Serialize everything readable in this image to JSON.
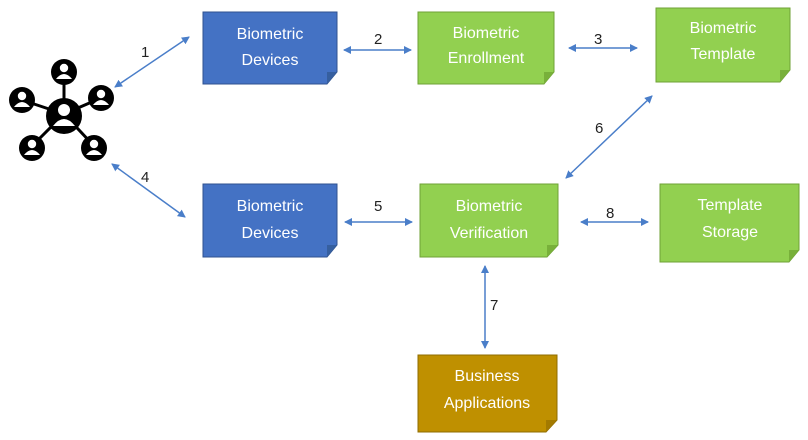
{
  "colors": {
    "device_blue": "#4472c4",
    "device_blue_border": "#2f528f",
    "process_green": "#92d050",
    "process_green_border": "#6fa236",
    "business_gold": "#bf9000",
    "business_gold_border": "#8f6c00",
    "arrow_blue": "#4a7ec9",
    "icon_black": "#000000",
    "label_text": "#ffffff",
    "number_text": "#222222"
  },
  "users_icon": {
    "name": "people-network-icon"
  },
  "nodes": {
    "devices_top": {
      "line1": "Biometric",
      "line2": "Devices"
    },
    "enrollment": {
      "line1": "Biometric",
      "line2": "Enrollment"
    },
    "template": {
      "line1": "Biometric",
      "line2": "Template"
    },
    "devices_bottom": {
      "line1": "Biometric",
      "line2": "Devices"
    },
    "verification": {
      "line1": "Biometric",
      "line2": "Verification"
    },
    "storage": {
      "line1": "Template",
      "line2": "Storage"
    },
    "business": {
      "line1": "Business",
      "line2": "Applications"
    }
  },
  "edges": [
    {
      "id": "users-to-devices-top",
      "label": "1"
    },
    {
      "id": "devices-top-to-enrollment",
      "label": "2"
    },
    {
      "id": "enrollment-to-template",
      "label": "3"
    },
    {
      "id": "users-to-devices-bottom",
      "label": "4"
    },
    {
      "id": "devices-bottom-to-verification",
      "label": "5"
    },
    {
      "id": "template-to-verification",
      "label": "6"
    },
    {
      "id": "verification-to-business",
      "label": "7"
    },
    {
      "id": "verification-to-storage",
      "label": "8"
    }
  ]
}
